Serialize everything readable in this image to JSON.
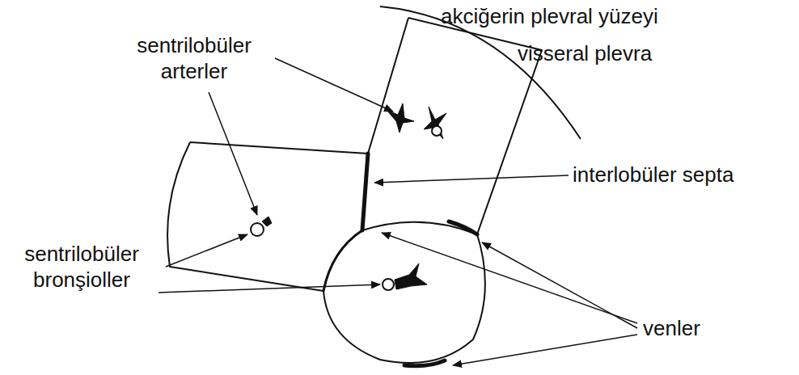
{
  "diagram": {
    "labels": [
      "akciğerin plevral yüzeyi",
      "visseral plevra",
      "sentrilobüler arterler",
      "interlobüler septa",
      "sentrilobüler bronşioller",
      "venler"
    ]
  }
}
